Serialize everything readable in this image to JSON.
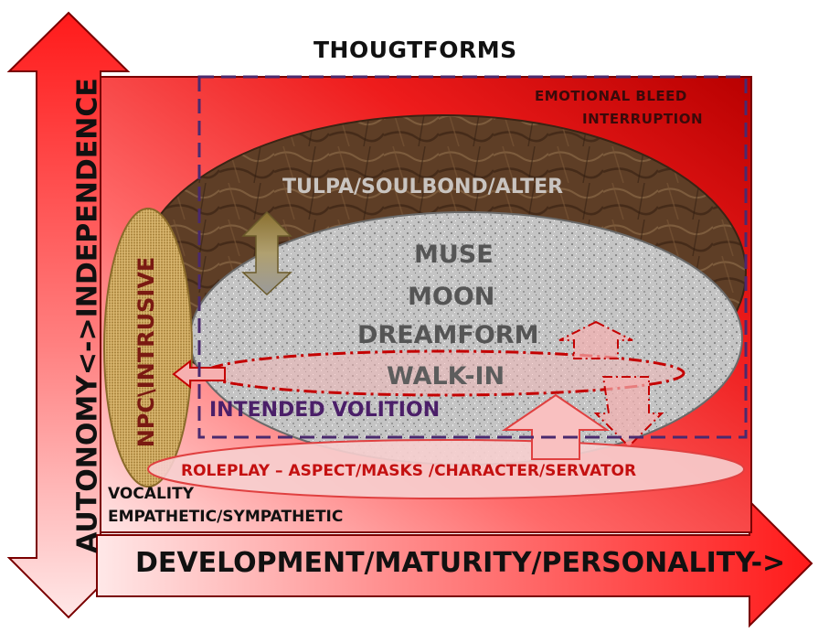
{
  "title": "THOUGTFORMS",
  "emotional_bleed": {
    "line1": "EMOTIONAL BLEED",
    "line2": "INTERRUPTION"
  },
  "regions": {
    "tulpa": "TULPA/SOULBOND/ALTER",
    "muse": "MUSE",
    "moon": "MOON",
    "dreamform": "DREAMFORM",
    "walk_in": "WALK-IN",
    "npc": "NPC\\INTRUSIVE",
    "roleplay": "ROLEPLAY – ASPECT/MASKS /CHARACTER/SERVATOR",
    "intended_volition": "INTENDED VOLITION"
  },
  "notes": {
    "vocality": "VOCALITY",
    "empathetic": "EMPATHETIC/SYMPATHETIC"
  },
  "axes": {
    "x": "DEVELOPMENT/MATURITY/PERSONALITY->",
    "y": "AUTONOMY<->INDEPENDENCE"
  },
  "colors": {
    "red": "#e8141a",
    "dark_red": "#b80000",
    "purple_dash": "#4a2a6e",
    "marble_brown": "#5a3a24",
    "granite_grey": "#c8c8c8",
    "burlap": "#c9a45a",
    "pink_fill": "#f7c9c9"
  }
}
